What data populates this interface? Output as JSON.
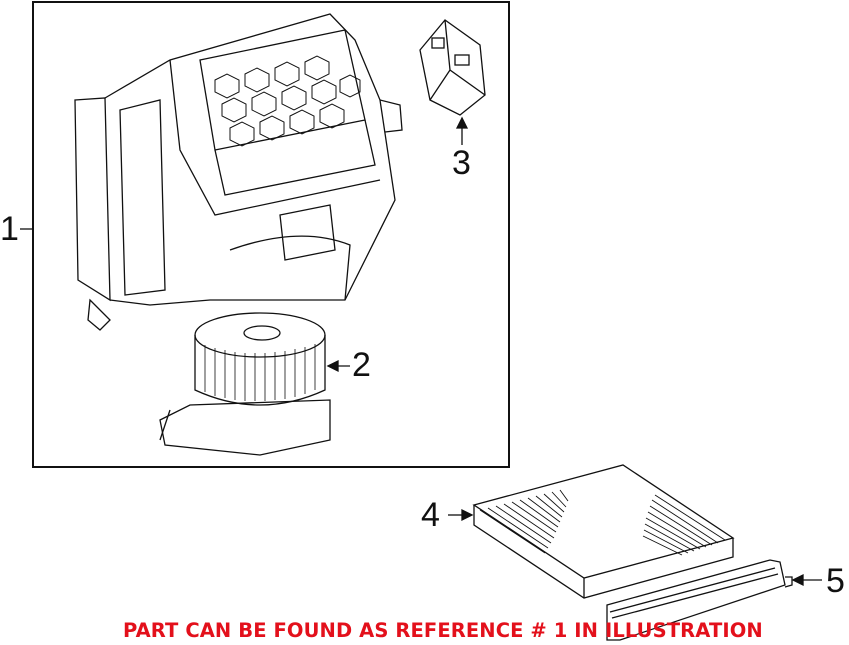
{
  "callouts": [
    {
      "number": "1",
      "part": "blower-housing-assembly"
    },
    {
      "number": "2",
      "part": "blower-motor"
    },
    {
      "number": "3",
      "part": "actuator"
    },
    {
      "number": "4",
      "part": "cabin-air-filter"
    },
    {
      "number": "5",
      "part": "filter-cover"
    }
  ],
  "note": "PART CAN BE FOUND AS REFERENCE # 1 IN ILLUSTRATION",
  "colors": {
    "note": "#e3101b",
    "line": "#111111"
  }
}
